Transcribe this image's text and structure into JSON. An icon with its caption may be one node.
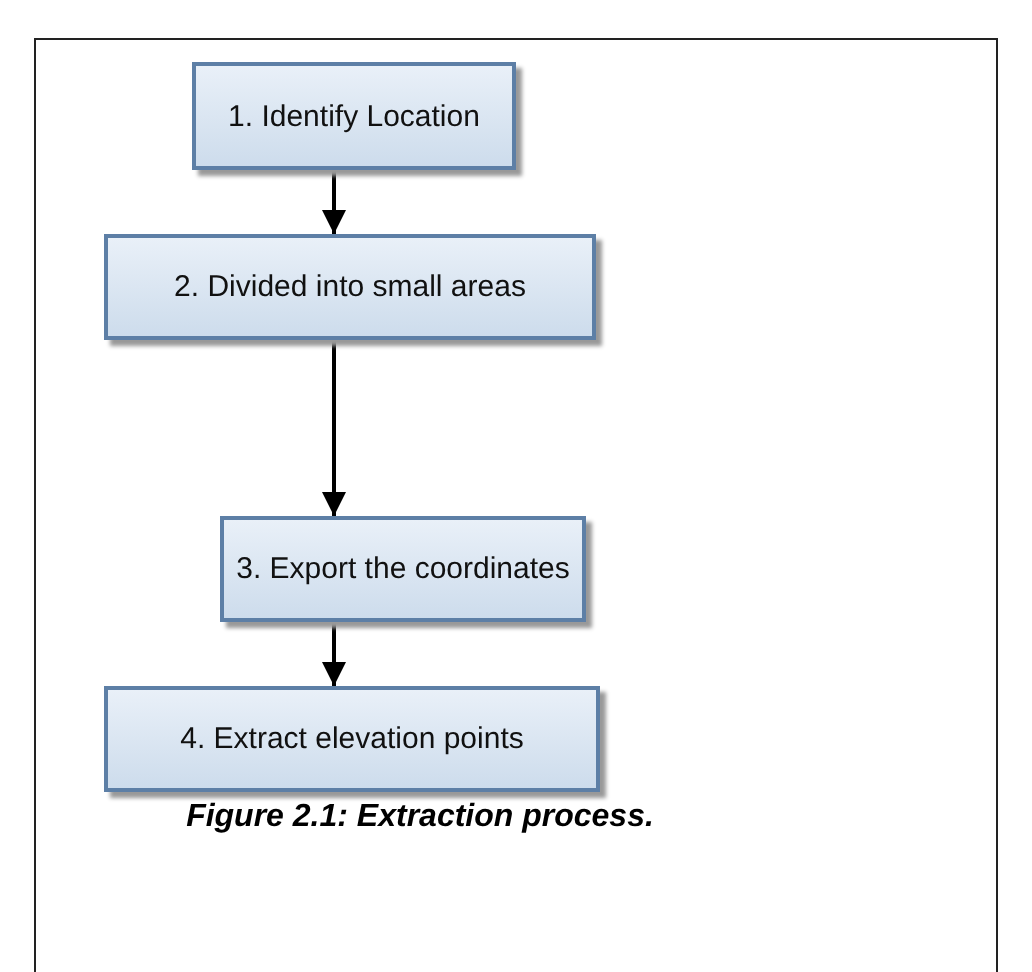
{
  "diagram": {
    "caption": "Figure 2.1: Extraction process.",
    "nodes": [
      {
        "text": [
          "1. Identify Location"
        ]
      },
      {
        "text": [
          "2. Divided into small areas"
        ]
      },
      {
        "text": [
          "3. Export the coordinates"
        ]
      },
      {
        "text": [
          "4. Extract elevation points"
        ]
      }
    ],
    "edges": [
      {
        "from": 0,
        "to": 1,
        "arrow": "to"
      },
      {
        "from": 1,
        "to": 2,
        "arrow": "to"
      },
      {
        "from": 2,
        "to": 3,
        "arrow": "to"
      }
    ]
  }
}
